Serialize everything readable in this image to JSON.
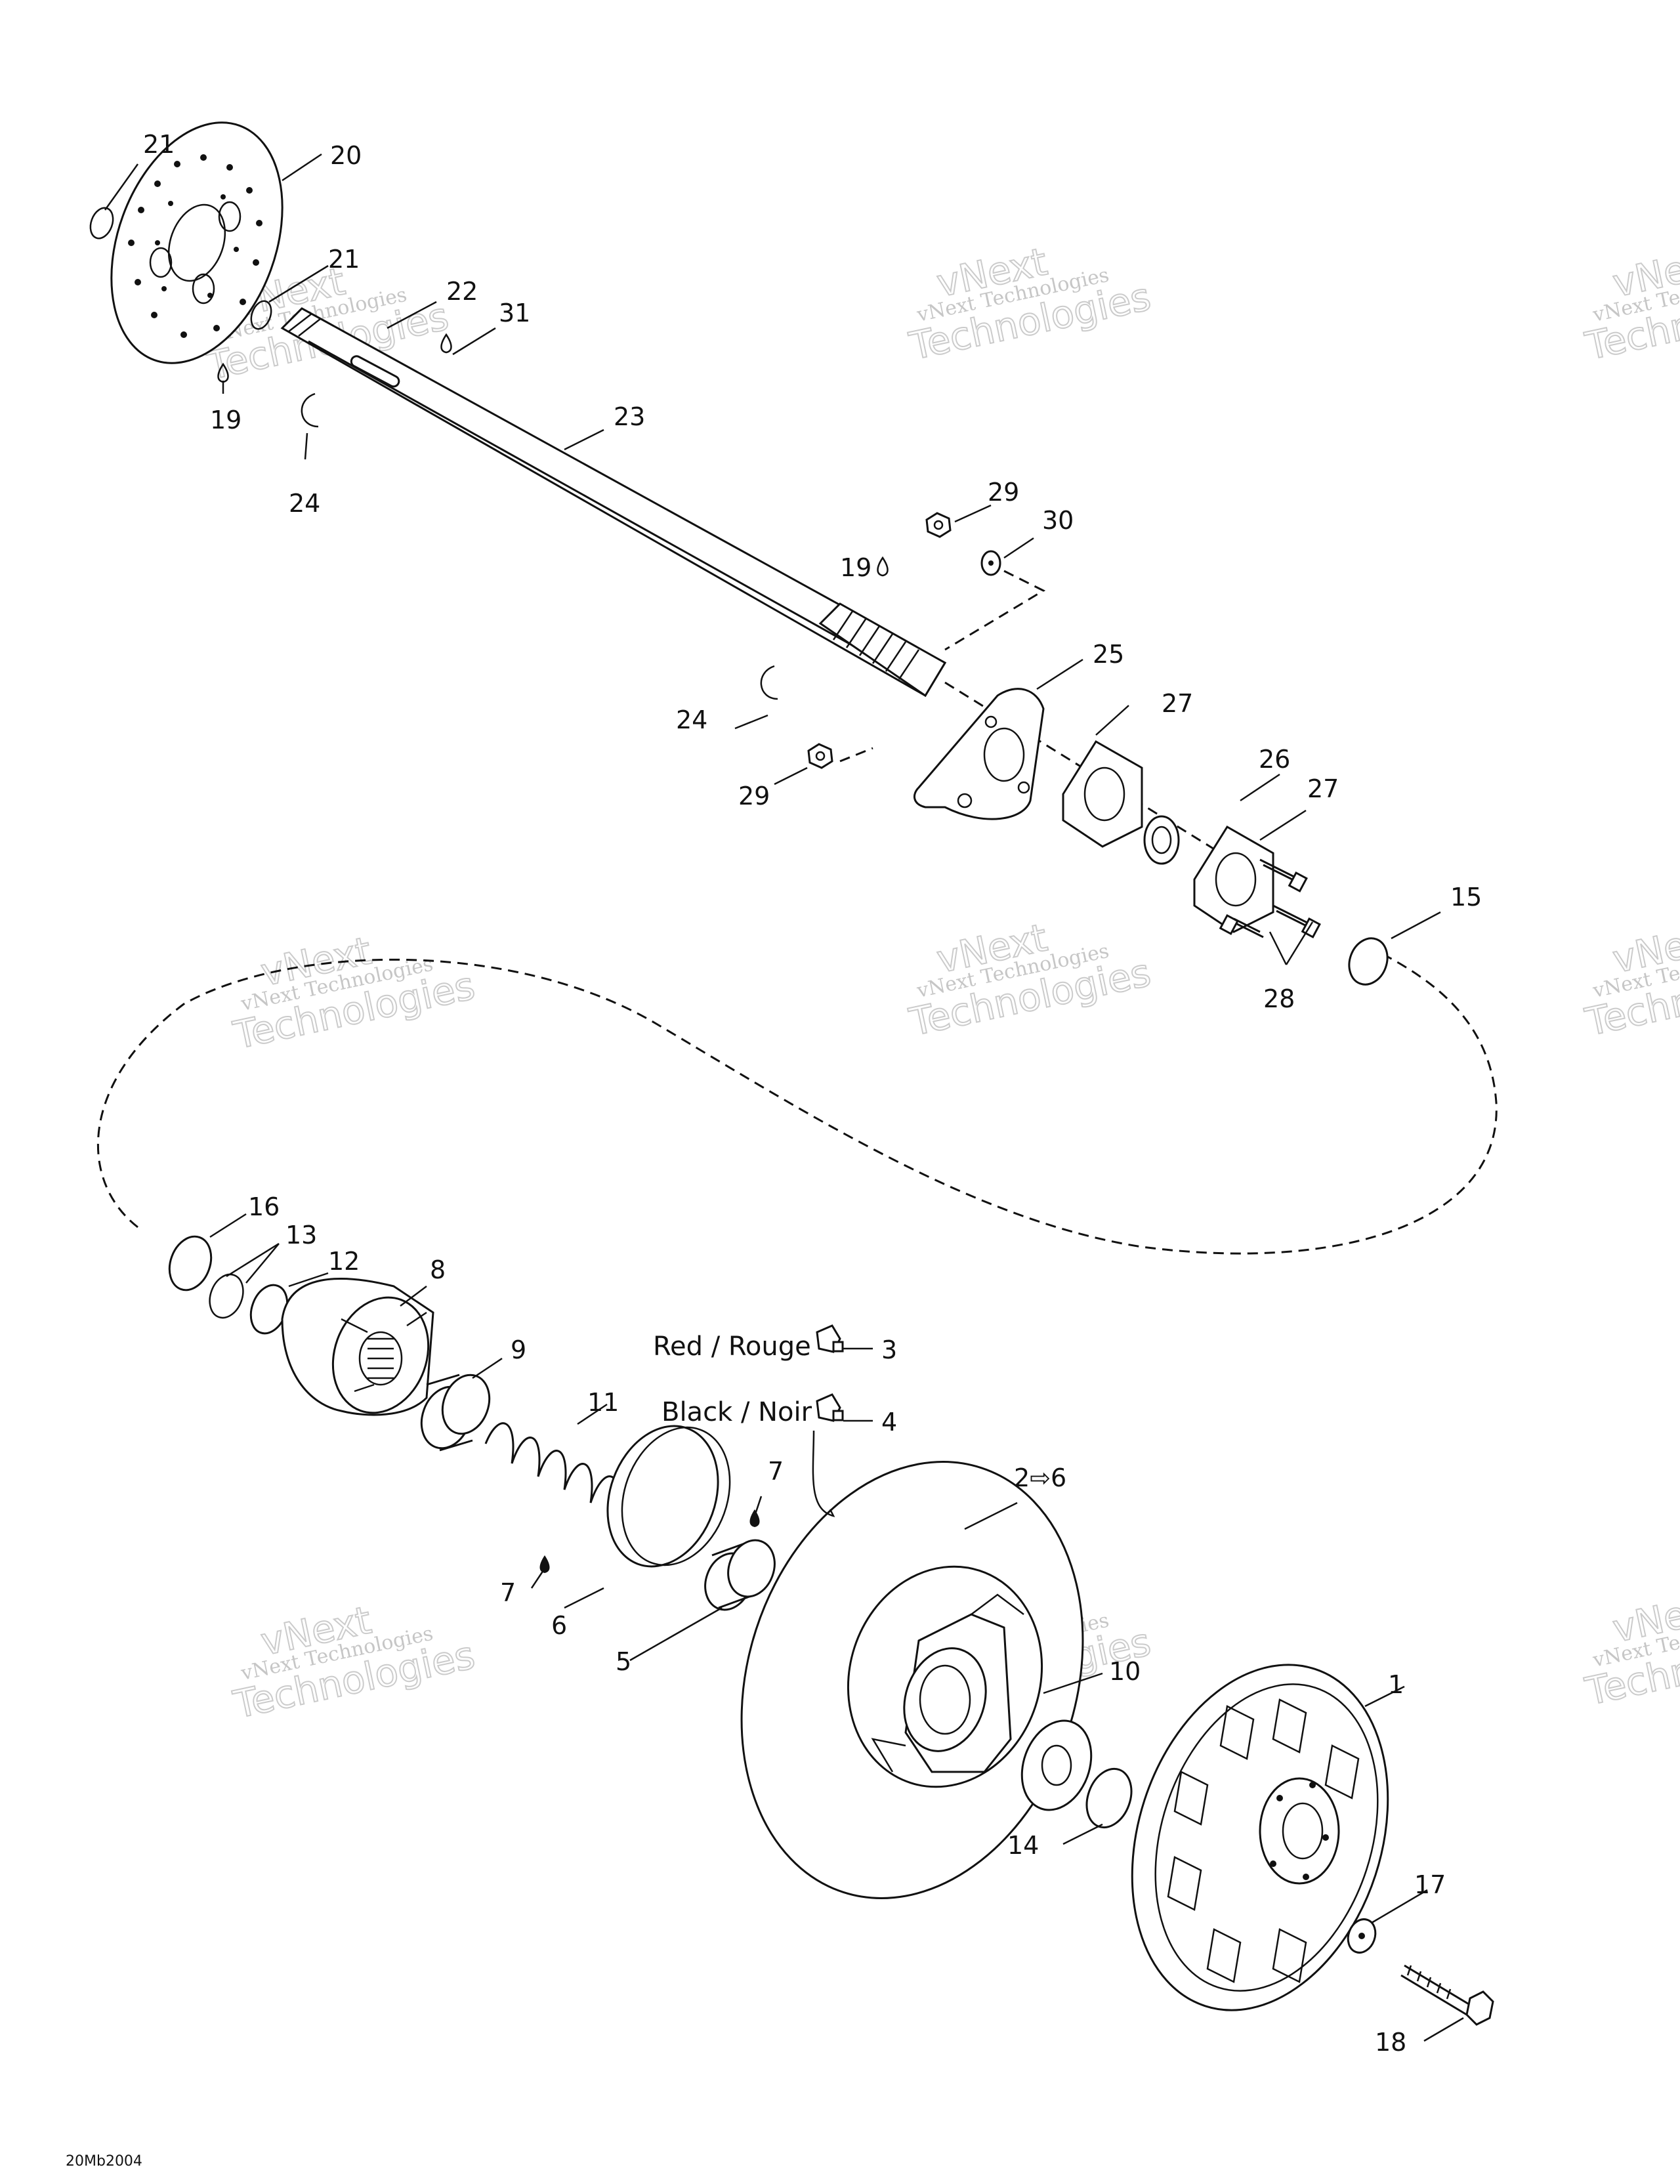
{
  "callouts": {
    "n1": "1",
    "n2to6": "2⇨6",
    "n3": "3",
    "n4": "4",
    "n5": "5",
    "n6": "6",
    "n7a": "7",
    "n7b": "7",
    "n8": "8",
    "n9": "9",
    "n10": "10",
    "n11": "11",
    "n12": "12",
    "n13": "13",
    "n14": "14",
    "n15": "15",
    "n16": "16",
    "n17": "17",
    "n18": "18",
    "n19a": "19",
    "n19b": "19",
    "n20": "20",
    "n21a": "21",
    "n21b": "21",
    "n22": "22",
    "n23": "23",
    "n24a": "24",
    "n24b": "24",
    "n25": "25",
    "n26": "26",
    "n27a": "27",
    "n27b": "27",
    "n28": "28",
    "n29a": "29",
    "n29b": "29",
    "n30": "30",
    "n31": "31"
  },
  "color_labels": {
    "red": "Red / Rouge",
    "black": "Black / Noir"
  },
  "drawing_code": "20Mb2004",
  "watermark": {
    "line1": "vNext Technologies",
    "line2": "vNext",
    "line3": "Technologies"
  }
}
